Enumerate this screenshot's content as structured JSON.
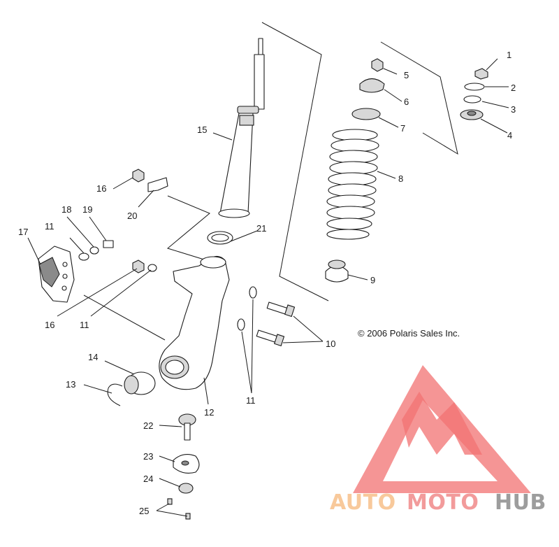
{
  "diagram": {
    "copyright": "© 2006 Polaris Sales Inc.",
    "callouts": [
      "1",
      "2",
      "3",
      "4",
      "5",
      "6",
      "7",
      "8",
      "9",
      "10",
      "11",
      "11",
      "11",
      "11",
      "12",
      "13",
      "14",
      "15",
      "16",
      "16",
      "17",
      "18",
      "19",
      "20",
      "21",
      "22",
      "23",
      "24",
      "25"
    ]
  },
  "watermark": {
    "word_auto": "AUTO",
    "word_moto": "MOTO",
    "word_hub": "HUB",
    "colors": {
      "auto": "#f7c08a",
      "moto": "#f08a8a",
      "hub": "#8c8c8c",
      "triangle": "#f05a5a"
    }
  }
}
